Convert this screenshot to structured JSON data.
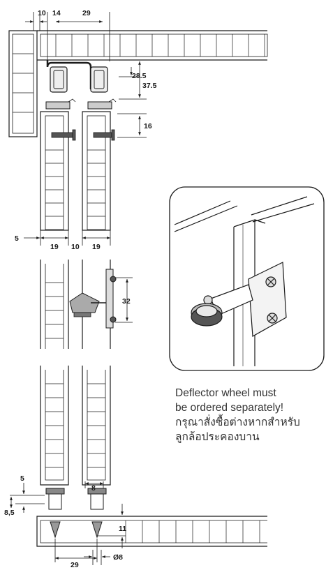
{
  "dimensions": {
    "top_10": "10",
    "top_14": "14",
    "top_29": "29",
    "h_28_5": "28.5",
    "h_37_5": "37.5",
    "h_16": "16",
    "left_5": "5",
    "w_19_left": "19",
    "w_10": "10",
    "w_19_right": "19",
    "h_32": "32",
    "bottom_5": "5",
    "bottom_8": "8",
    "bottom_8_5": "8,5",
    "bottom_11": "11",
    "bottom_29": "29",
    "bottom_dia_8": "Ø8"
  },
  "note": {
    "line1": "Deflector wheel must",
    "line2": "be ordered separately!",
    "line3": "กรุณาสั่งซื้อต่างหากสำหรับ",
    "line4": "ลูกล้อประคองบาน"
  },
  "colors": {
    "line": "#1a1a1a",
    "background": "#ffffff"
  }
}
